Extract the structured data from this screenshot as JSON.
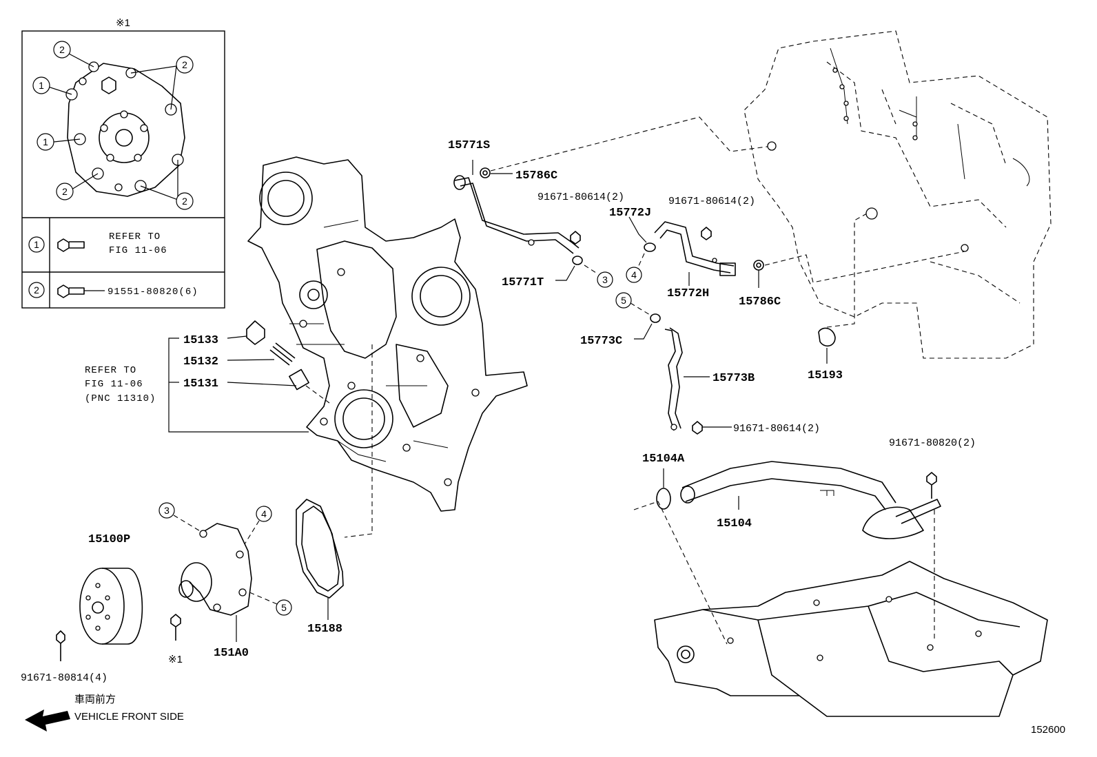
{
  "inset": {
    "mark": "※1",
    "legend": [
      {
        "num": "1",
        "text_line1": "REFER TO",
        "text_line2": "FIG 11-06"
      },
      {
        "num": "2",
        "text": "91551-80820(6)"
      }
    ],
    "callouts": [
      "2",
      "2",
      "1",
      "1",
      "2",
      "2"
    ]
  },
  "parts": {
    "p15771S": "15771S",
    "p15786C_a": "15786C",
    "p91671_80614_a": "91671-80614(2)",
    "p15772J": "15772J",
    "p91671_80614_b": "91671-80614(2)",
    "p15771T": "15771T",
    "p15772H": "15772H",
    "p15786C_b": "15786C",
    "p15773C": "15773C",
    "p15773B": "15773B",
    "p15193": "15193",
    "p91671_80614_c": "91671-80614(2)",
    "p15104A": "15104A",
    "p91671_80820": "91671-80820(2)",
    "p15104": "15104",
    "p15133": "15133",
    "p15132": "15132",
    "p15131": "15131",
    "p15100P": "15100P",
    "p151A0": "151A0",
    "p15188": "15188",
    "p91671_80814": "91671-80814(4)",
    "mark_1": "※1"
  },
  "refer": {
    "line1": "REFER TO",
    "line2": "FIG 11-06",
    "line3": "(PNC 11310)"
  },
  "circled": {
    "c3a": "3",
    "c4a": "4",
    "c5a": "5",
    "c3b": "3",
    "c4b": "4",
    "c5b": "5"
  },
  "direction": {
    "jp": "車両前方",
    "en": "VEHICLE FRONT SIDE"
  },
  "figure_number": "152600"
}
